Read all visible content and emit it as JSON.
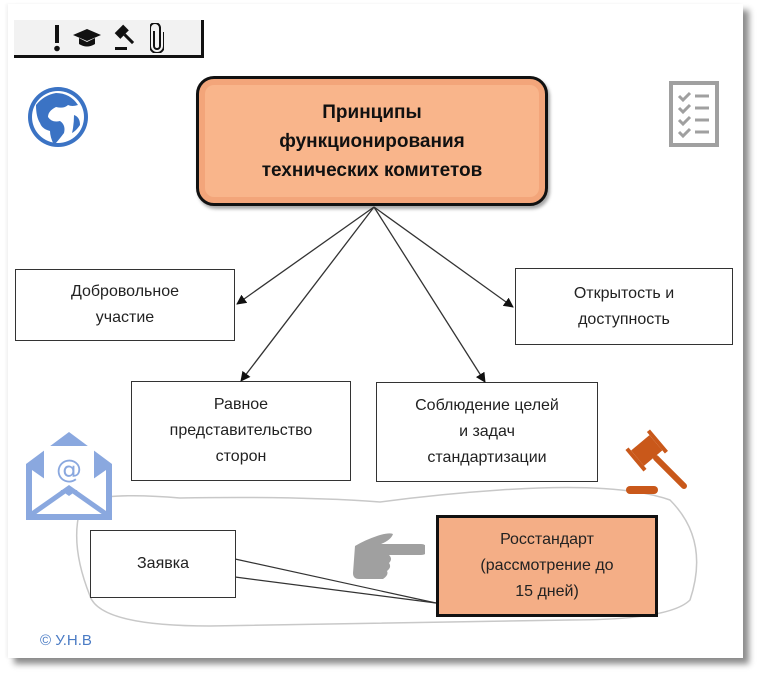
{
  "toolbar": {
    "icons": [
      "exclamation-icon",
      "graduation-cap-icon",
      "gavel-icon",
      "paperclip-icon"
    ]
  },
  "diagram": {
    "root": "Принципы\nфункционирования\nтехнических комитетов",
    "principles": [
      {
        "label": "Добровольное\nучастие"
      },
      {
        "label": "Равное\nпредставительство\nсторон"
      },
      {
        "label": "Соблюдение целей\nи задач\nстандартизации"
      },
      {
        "label": "Открытость и\nдоступность"
      }
    ],
    "process": {
      "application": "Заявка",
      "authority": "Росстандарт\n(рассмотрение до\n15 дней)"
    }
  },
  "decorations": {
    "globe_icon": "globe-icon",
    "checklist_icon": "checklist-icon",
    "email_icon": "email-envelope-icon",
    "gavel_icon": "gavel-icon",
    "hand_icon": "pointing-hand-icon"
  },
  "colors": {
    "root_fill": "#f9b58b",
    "authority_fill": "#f4ae86",
    "blue_icon": "#3b73c4",
    "light_blue_icon": "#8aa8df",
    "orange_icon": "#c9581a",
    "gray_icon": "#a0a0a0"
  },
  "footer": {
    "copyright": "© У.Н.В"
  }
}
